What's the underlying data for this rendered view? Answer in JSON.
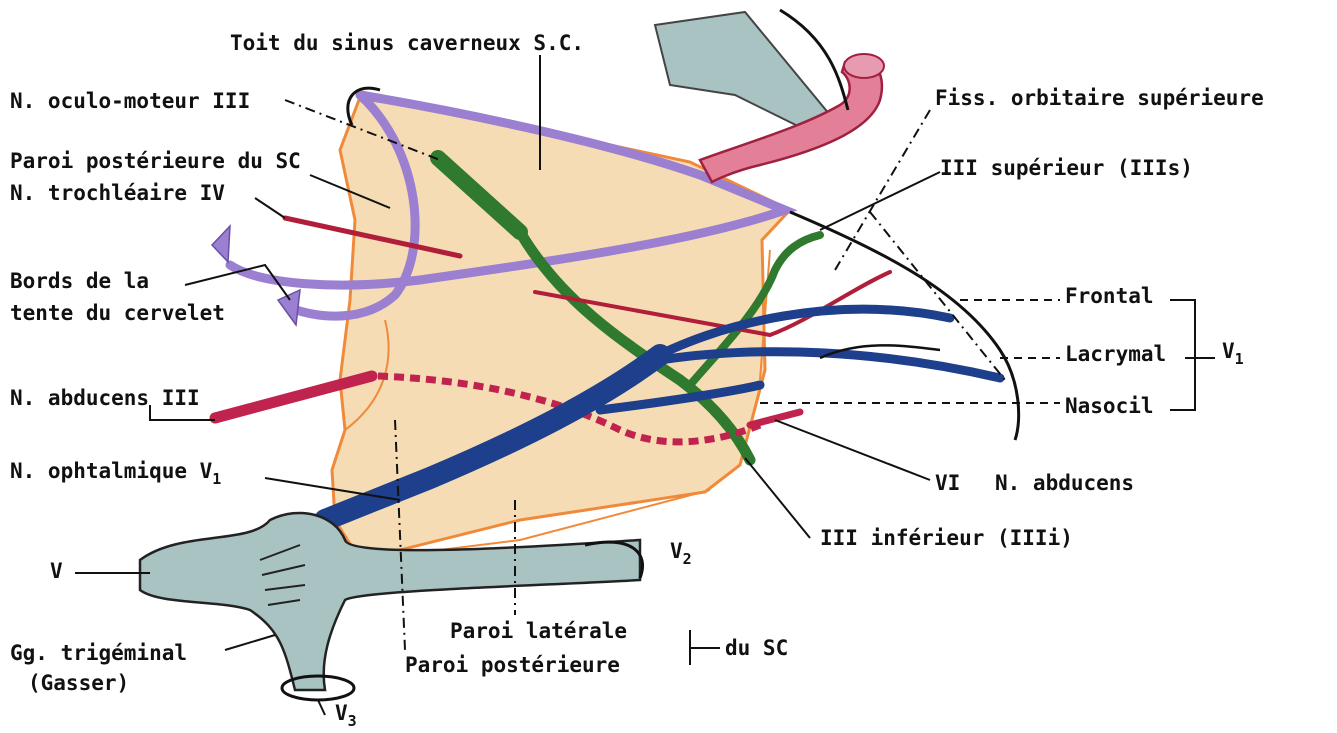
{
  "labels": {
    "toit": "Toit du sinus caverneux S.C.",
    "oculo": "N. oculo-moteur III",
    "paroi_post_sc": "Paroi postérieure du SC",
    "trochleaire": "N. trochléaire IV",
    "bords1": "Bords de la",
    "bords2": "tente du cervelet",
    "abducens_iii": "N. abducens III",
    "ophtalmique": "N. ophtalmique V",
    "ophtalmique_sub": "1",
    "v": "V",
    "gg1": "Gg. trigéminal",
    "gg2": "(Gasser)",
    "v3": "V",
    "v3_sub": "3",
    "fiss": "Fiss. orbitaire supérieure",
    "iii_sup": "III supérieur  (IIIs)",
    "frontal": "Frontal",
    "lacrymal": "Lacrymal",
    "nasocil": "Nasocil",
    "v1": "V",
    "v1_sub": "1",
    "vi": "VI",
    "n_abducens": "N. abducens",
    "iii_inf": "III inférieur (IIIi)",
    "v2": "V",
    "v2_sub": "2",
    "paroi_lat": "Paroi latérale",
    "paroi_post": "Paroi postérieure",
    "du_sc": "du SC"
  },
  "colors": {
    "sinus_fill": "#f6dcb4",
    "sinus_edge": "#f08a3a",
    "tentorium": "#9b7fd0",
    "oculomotor": "#2f7a2f",
    "trochlear": "#b01e3a",
    "abducens": "#c0234e",
    "ophthalmic": "#1e3f8c",
    "ganglion": "#a9c3c3",
    "carotid": "#e38098"
  }
}
